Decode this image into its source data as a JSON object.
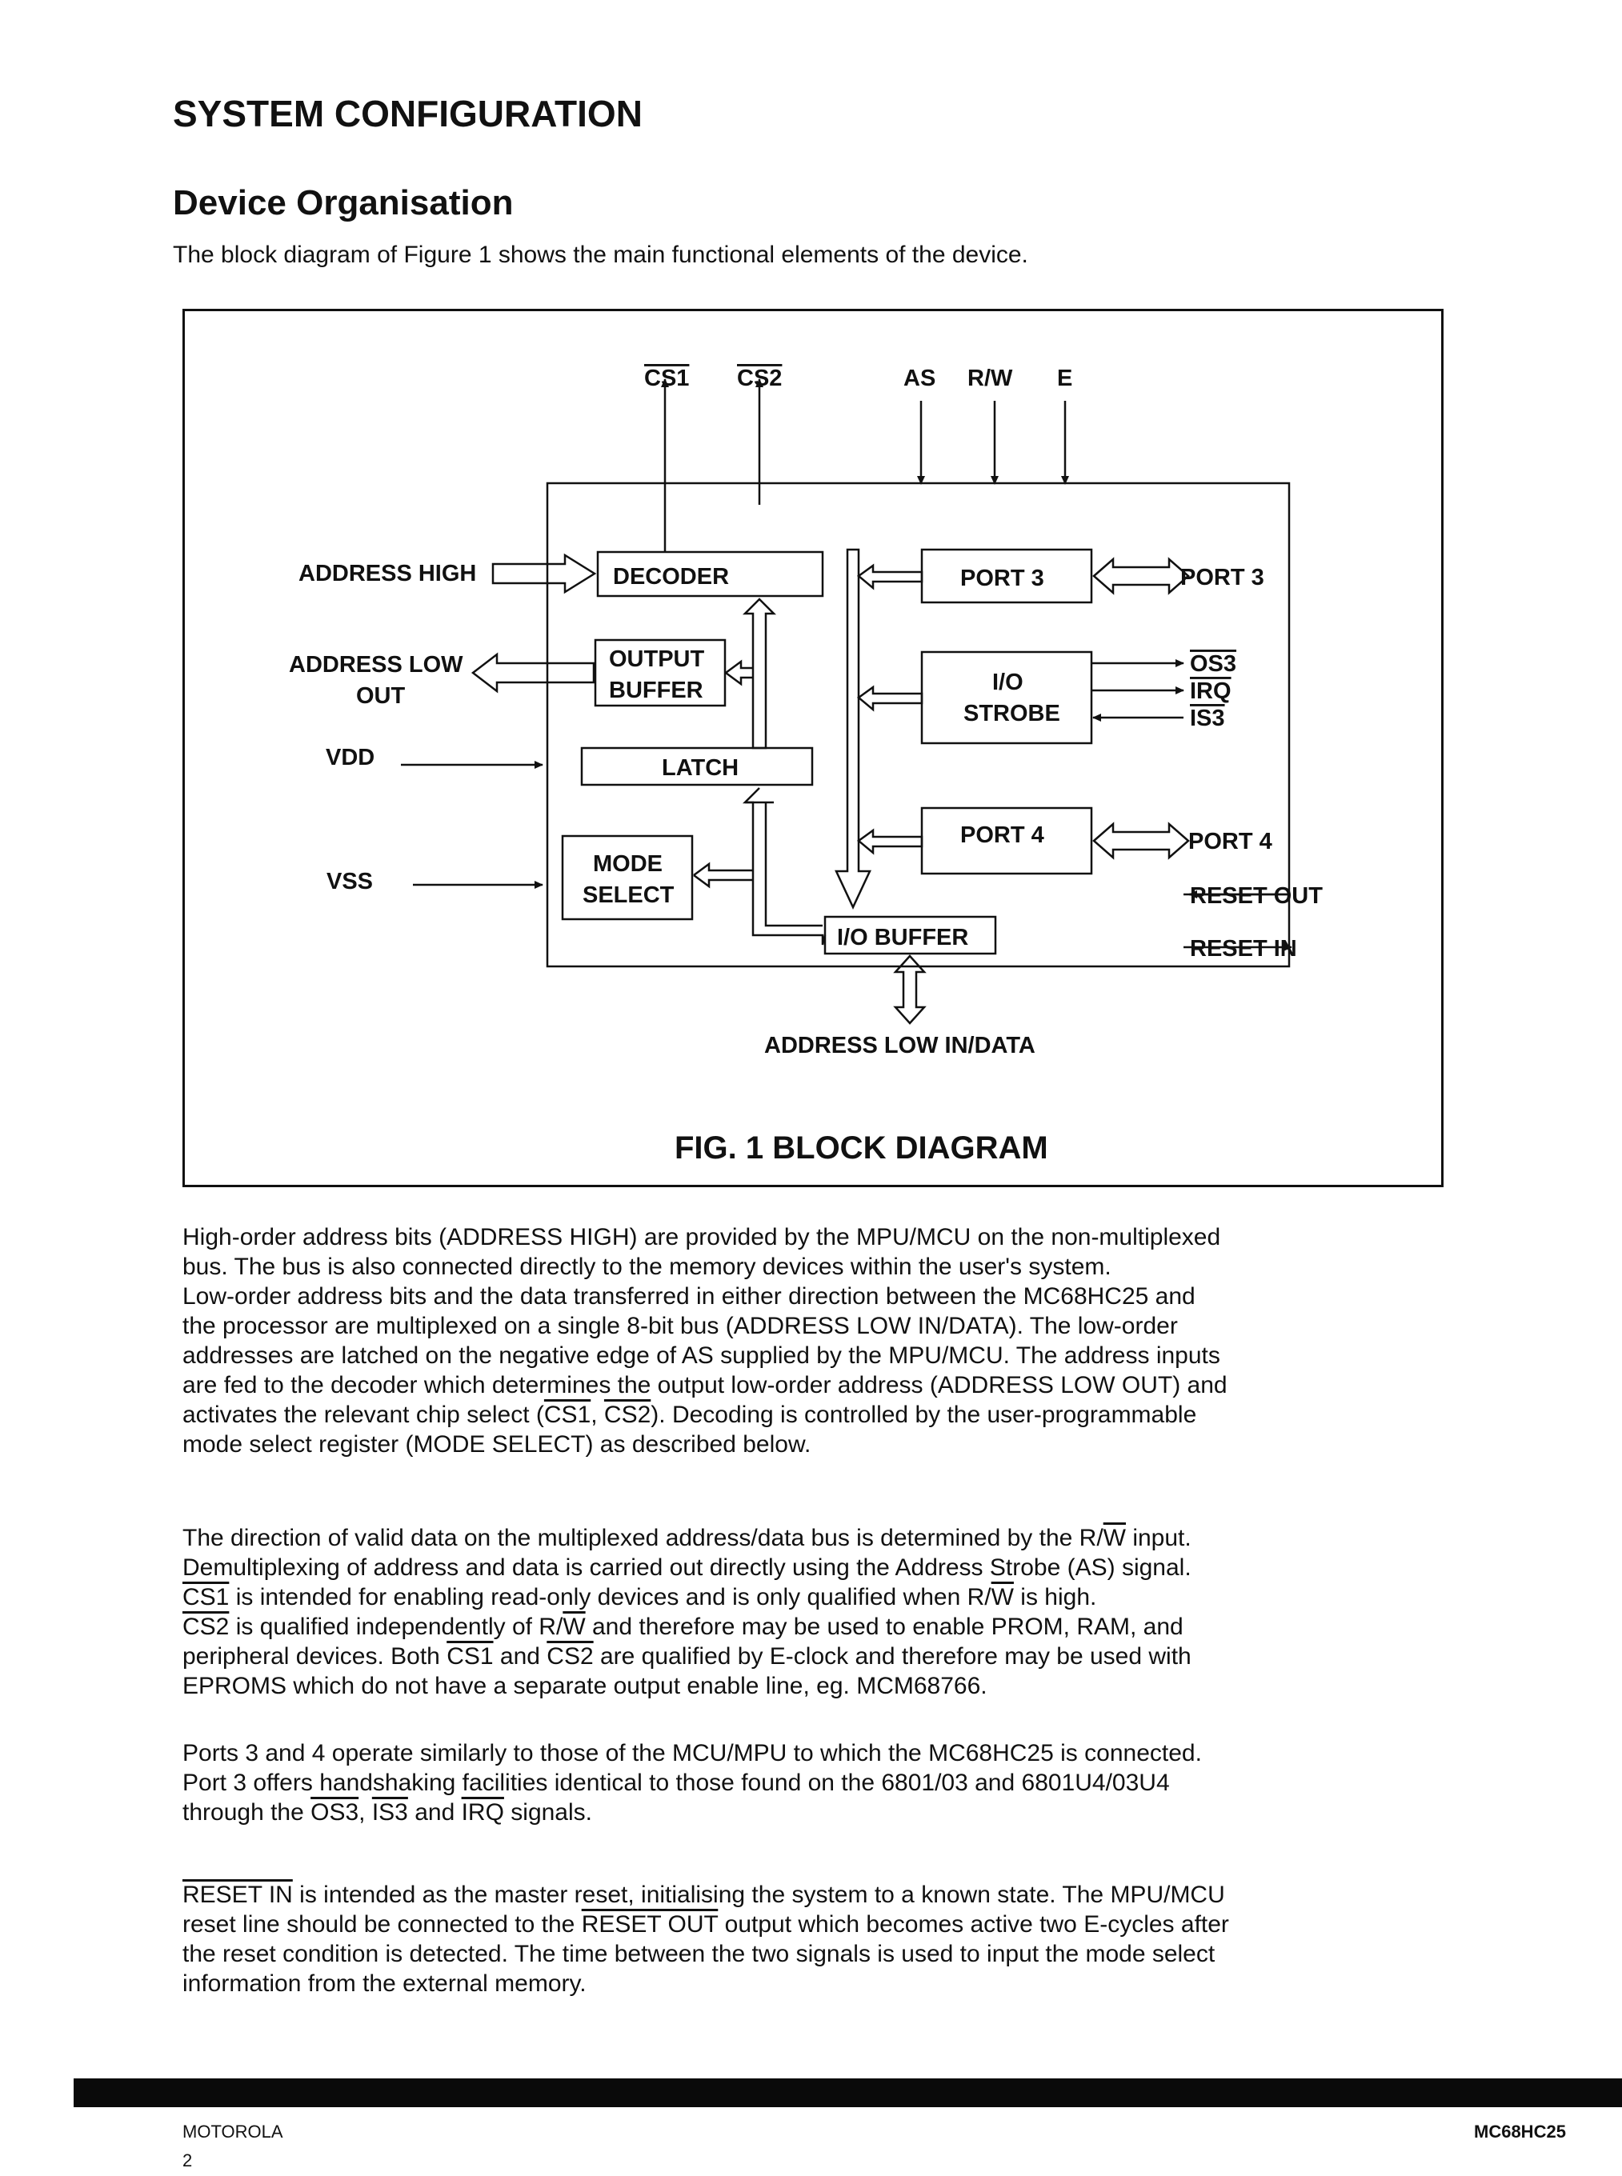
{
  "heading": "SYSTEM CONFIGURATION",
  "subheading": "Device Organisation",
  "intro": "The block diagram of Figure 1 shows the main functional elements of the device.",
  "figure": {
    "caption": "FIG. 1 BLOCK DIAGRAM",
    "top_signals": {
      "cs1": "CS1",
      "cs2": "CS2",
      "as": "AS",
      "rw": "R/W",
      "e": "E"
    },
    "blocks": {
      "decoder": "DECODER",
      "output_buffer_1": "OUTPUT",
      "output_buffer_2": "BUFFER",
      "latch": "LATCH",
      "mode_select_1": "MODE",
      "mode_select_2": "SELECT",
      "io_buffer": "I/O BUFFER",
      "port3": "PORT 3",
      "io_strobe_1": "I/O",
      "io_strobe_2": "STROBE",
      "port4": "PORT 4"
    },
    "left_signals": {
      "address_high": "ADDRESS HIGH",
      "address_low_1": "ADDRESS LOW",
      "address_low_2": "OUT",
      "vdd": "VDD",
      "vss": "VSS"
    },
    "right_signals": {
      "port3": "PORT 3",
      "os3": "OS3",
      "irq": "IRQ",
      "is3": "IS3",
      "port4": "PORT 4",
      "reset_out": "RESET OUT",
      "reset_in": "RESET IN"
    },
    "bottom_signal": "ADDRESS LOW IN/DATA"
  },
  "paragraphs": {
    "p1": {
      "l1": "High-order address bits (ADDRESS HIGH) are provided by the MPU/MCU on the non-multiplexed",
      "l2": "bus. The bus is also connected directly to the memory devices within the user's system.",
      "l3": "Low-order address bits and the data transferred in either direction between the MC68HC25 and",
      "l4": "the processor are multiplexed on a single 8-bit bus (ADDRESS LOW IN/DATA). The low-order",
      "l5": "addresses are latched on the negative edge of AS supplied by the MPU/MCU. The address inputs",
      "l6": "are fed to the decoder which determines the output low-order address (ADDRESS LOW OUT) and",
      "l7a": "activates the relevant chip select (",
      "l7b": "CS1",
      "l7c": ", ",
      "l7d": "CS2",
      "l7e": "). Decoding is controlled by the user-programmable",
      "l8": "mode select register (MODE SELECT) as described below."
    },
    "p2": {
      "l1a": "The direction of valid data on the multiplexed address/data bus is determined by the R/",
      "l1b": "W",
      "l1c": " input.",
      "l2": "Demultiplexing of address and data is carried out directly using the Address Strobe (AS) signal.",
      "l3a": "CS1",
      "l3b": " is intended for enabling read-only devices and is only qualified when R/",
      "l3c": "W",
      "l3d": " is high.",
      "l4a": "CS2",
      "l4b": " is qualified independently of R/",
      "l4c": "W",
      "l4d": " and therefore may be used to enable PROM, RAM, and",
      "l5a": "peripheral devices. Both ",
      "l5b": "CS1",
      "l5c": " and ",
      "l5d": "CS2",
      "l5e": " are qualified by E-clock and therefore may be used with",
      "l6": "EPROMS which do not have a separate output enable line, eg. MCM68766."
    },
    "p3": {
      "l1": "Ports 3 and 4 operate similarly to those of the MCU/MPU to which the MC68HC25 is connected.",
      "l2": "Port 3 offers handshaking facilities identical to those found on the 6801/03 and 6801U4/03U4",
      "l3a": "through the ",
      "l3b": "OS3",
      "l3c": ", ",
      "l3d": "IS3",
      "l3e": " and ",
      "l3f": "IRQ",
      "l3g": " signals."
    },
    "p4": {
      "l1a": "RESET IN",
      "l1b": " is intended as the master reset, initialising the system to a known state. The MPU/MCU",
      "l2a": "reset line should be connected to the ",
      "l2b": "RESET OUT",
      "l2c": " output which becomes active two E-cycles after",
      "l3": "the reset condition is detected. The time between the two signals is used to input the mode select",
      "l4": "information from the external memory."
    }
  },
  "footer": {
    "company": "MOTOROLA",
    "page": "2",
    "part": "MC68HC25"
  }
}
